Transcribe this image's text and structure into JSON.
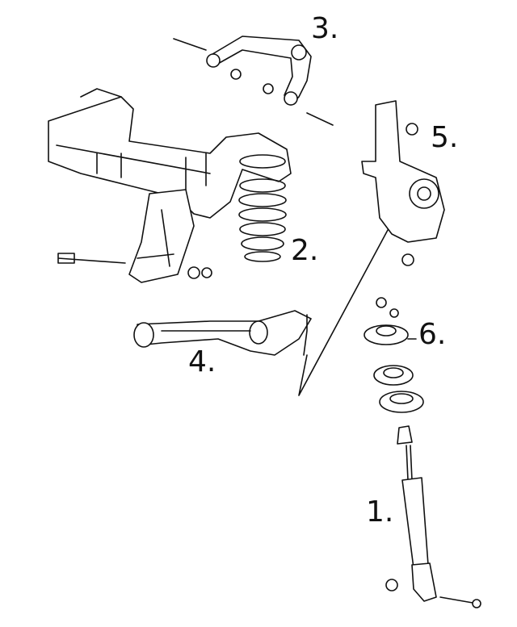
{
  "diagram": {
    "callouts": [
      {
        "id": "1",
        "label": "1."
      },
      {
        "id": "2",
        "label": "2."
      },
      {
        "id": "3",
        "label": "3."
      },
      {
        "id": "4",
        "label": "4."
      },
      {
        "id": "5",
        "label": "5."
      },
      {
        "id": "6",
        "label": "6."
      }
    ]
  }
}
